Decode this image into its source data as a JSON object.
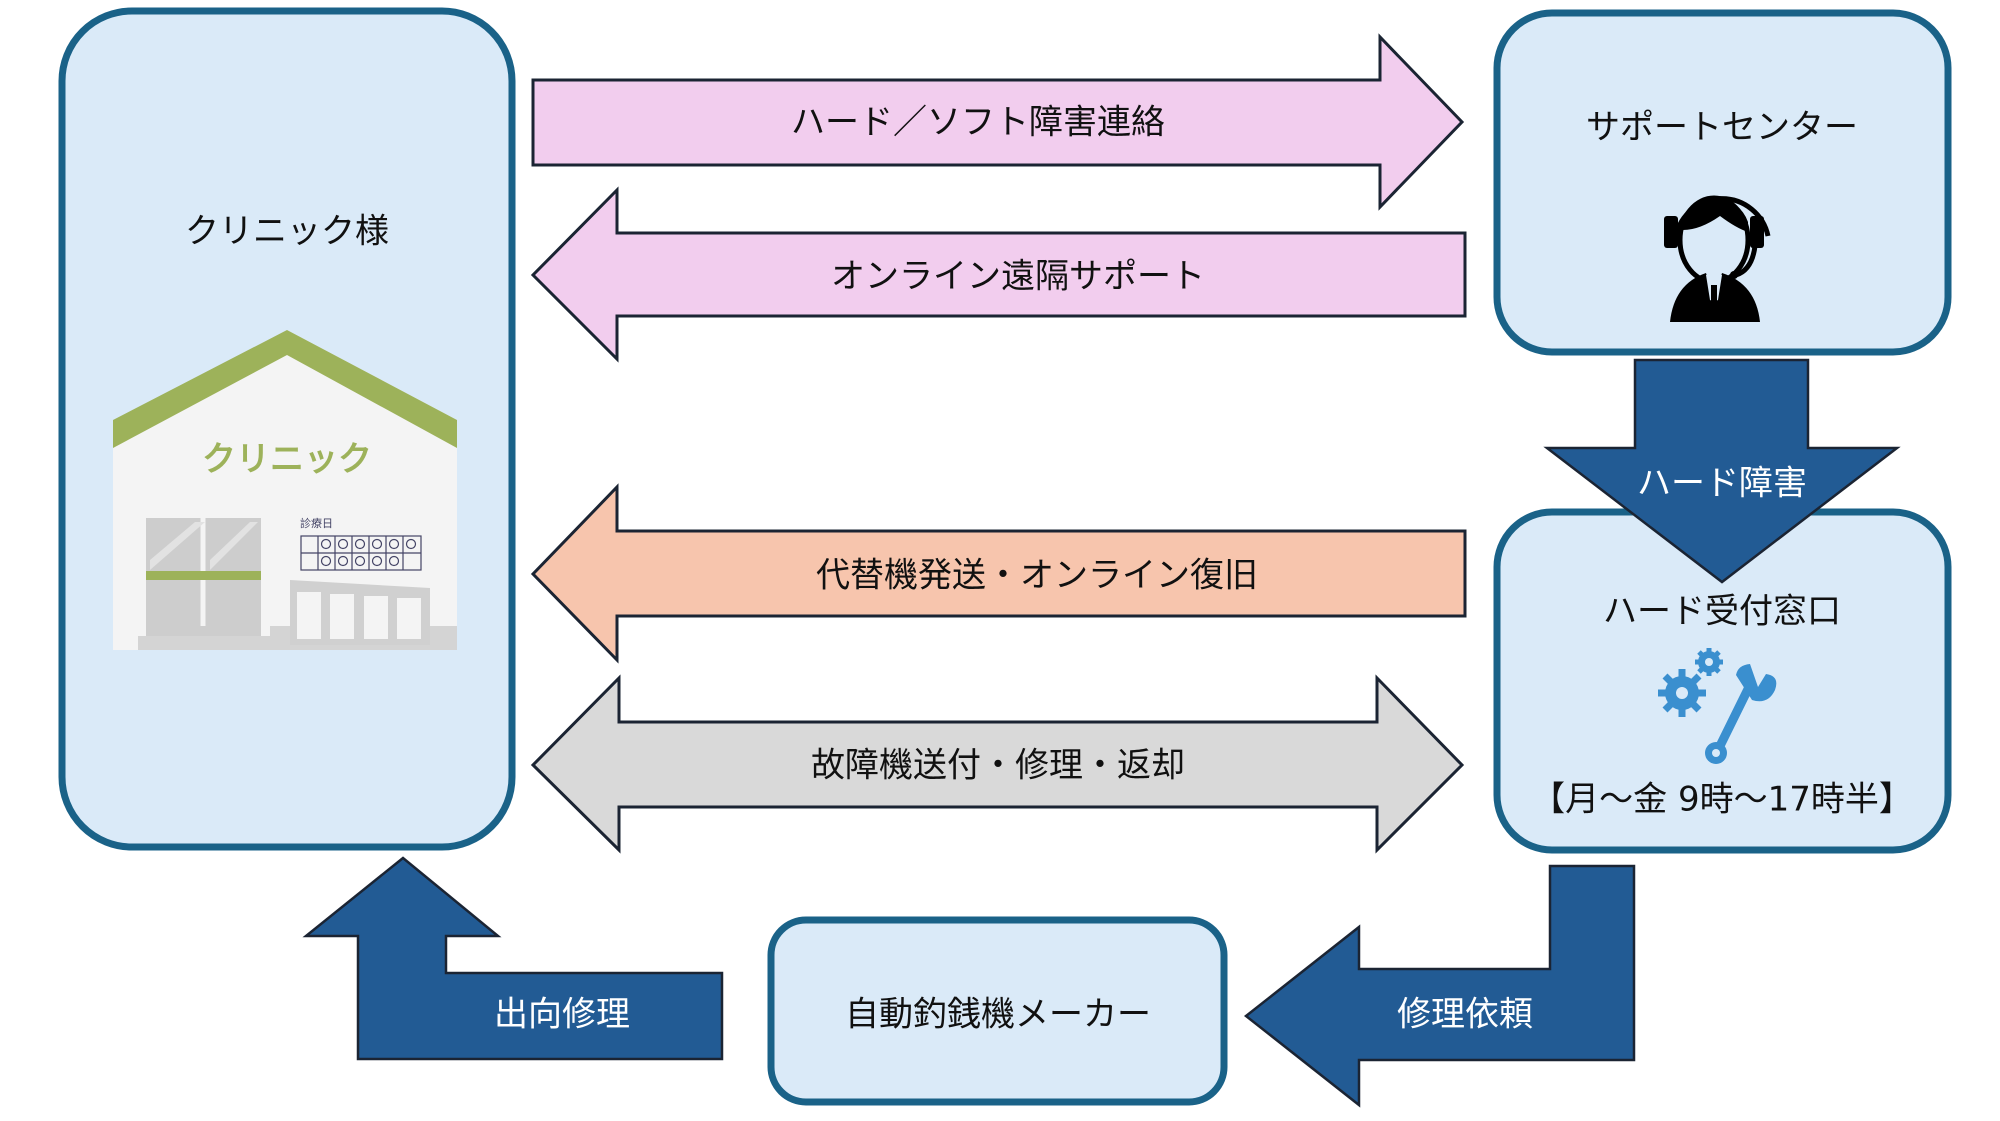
{
  "diagram": {
    "title": "Support flow diagram",
    "nodes": {
      "clinic": {
        "label": "クリニック様",
        "sign": "クリニック",
        "notice_header": "診療日"
      },
      "support_center": {
        "label": "サポートセンター",
        "icon": "headset-operator-icon"
      },
      "hard_desk": {
        "label": "ハード受付窓口",
        "hours": "【月～金  9時～17時半】",
        "icon": "gears-wrench-icon"
      },
      "maker": {
        "label": "自動釣銭機メーカー"
      }
    },
    "edges": [
      {
        "id": "fault-report",
        "label": "ハード／ソフト障害連絡",
        "from": "clinic",
        "to": "support_center",
        "direction": "right",
        "color": "#f2cdee"
      },
      {
        "id": "remote-support",
        "label": "オンライン遠隔サポート",
        "from": "support_center",
        "to": "clinic",
        "direction": "left",
        "color": "#f2cdee"
      },
      {
        "id": "hardware-fault",
        "label": "ハード障害",
        "from": "support_center",
        "to": "hard_desk",
        "direction": "down",
        "color": "#225b94"
      },
      {
        "id": "replacement",
        "label": "代替機発送・オンライン復旧",
        "from": "hard_desk",
        "to": "clinic",
        "direction": "left",
        "color": "#f7c5ad"
      },
      {
        "id": "repair-return",
        "label": "故障機送付・修理・返却",
        "from": "clinic",
        "to": "hard_desk",
        "direction": "both",
        "color": "#d9d9d9"
      },
      {
        "id": "repair-request",
        "label": "修理依頼",
        "from": "hard_desk",
        "to": "maker",
        "direction": "down-left",
        "color": "#225b94"
      },
      {
        "id": "onsite-repair",
        "label": "出向修理",
        "from": "maker",
        "to": "clinic",
        "direction": "left-up",
        "color": "#225b94"
      }
    ],
    "colors": {
      "box_fill": "#daeaf8",
      "box_border": "#1a6288",
      "navy_arrow": "#225b94",
      "roof_green": "#9db25a",
      "icon_blue": "#3a8fcf"
    }
  }
}
